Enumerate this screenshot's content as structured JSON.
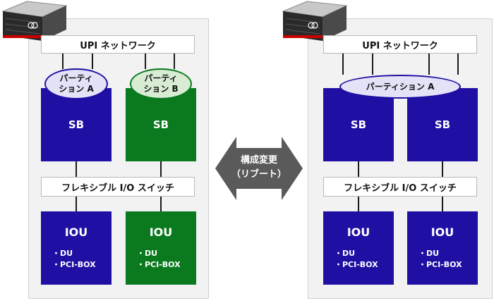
{
  "left": {
    "network_label": "UPI ネットワーク",
    "partition_a_label": "パーティ\nション A",
    "partition_b_label": "パーティ\nション B",
    "sb_left_label": "SB",
    "sb_right_label": "SB",
    "switch_label": "フレキシブル I/O スイッチ",
    "iou_left": {
      "title": "IOU",
      "items": [
        "・DU",
        "・PCI-BOX"
      ]
    },
    "iou_right": {
      "title": "IOU",
      "items": [
        "・DU",
        "・PCI-BOX"
      ]
    }
  },
  "middle": {
    "arrow_line1": "構成変更",
    "arrow_line2": "（リブート）"
  },
  "right": {
    "network_label": "UPI ネットワーク",
    "partition_label": "パーティション A",
    "sb_left_label": "SB",
    "sb_right_label": "SB",
    "switch_label": "フレキシブル I/O スイッチ",
    "iou_left": {
      "title": "IOU",
      "items": [
        "・DU",
        "・PCI-BOX"
      ]
    },
    "iou_right": {
      "title": "IOU",
      "items": [
        "・DU",
        "・PCI-BOX"
      ]
    }
  },
  "colors": {
    "sb_blue": "#1f0fa3",
    "sb_green": "#0b7a1f",
    "arrow_gray": "#5a5a5a",
    "panel_bg": "#f2f2f2"
  },
  "icons": [
    "server-icon",
    "fujitsu-logo-icon"
  ]
}
